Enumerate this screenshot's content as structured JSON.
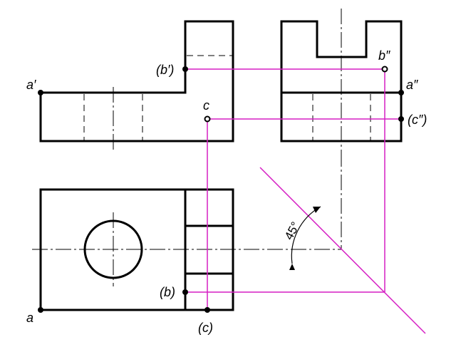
{
  "labels": {
    "a_prime": "a′",
    "b_prime": "(b′)",
    "c": "c",
    "b_double": "b″",
    "a_double": "a″",
    "c_double": "(c″)",
    "a": "a",
    "b": "(b)",
    "c_paren": "(c)"
  },
  "angle_label": "45°",
  "colors": {
    "outline": "#000000",
    "projection": "#d61fc4"
  }
}
